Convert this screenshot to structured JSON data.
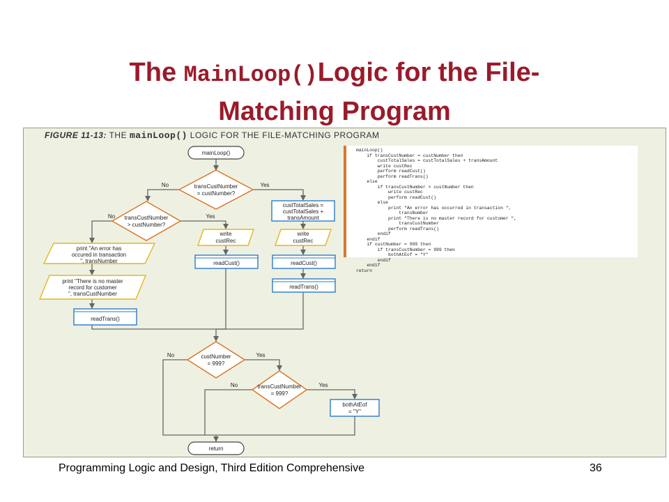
{
  "slide": {
    "title_prefix": "The ",
    "title_code": "MainLoop()",
    "title_suffix": "Logic for the File-",
    "title_line2": "Matching Program",
    "footer": "Programming Logic and Design, Third Edition Comprehensive",
    "page_number": "36"
  },
  "figure": {
    "caption_num": "FIGURE 11-13:",
    "caption_pre": "THE",
    "caption_code": "mainLoop()",
    "caption_post": "LOGIC FOR THE FILE-MATCHING PROGRAM",
    "code_lines": [
      "mainLoop()",
      "    if transCustNumber = custNumber then",
      "        custTotalSales = custTotalSales + transAmount",
      "        write custRec",
      "        perform readCust()",
      "        perform readTrans()",
      "    else",
      "        if transCustNumber > custNumber then",
      "            write custRec",
      "            perform readCust()",
      "        else",
      "            print \"An error has occurred in transaction \",",
      "                transNumber",
      "            print \"There is no master record for customer \",",
      "                transCustNumber",
      "            perform readTrans()",
      "        endif",
      "    endif",
      "    if custNumber = 999 then",
      "        if transCustNumber = 999 then",
      "            bothAtEof = \"Y\"",
      "        endif",
      "    endif",
      "return"
    ]
  },
  "flowchart": {
    "start": "mainLoop()",
    "d1_l1": "transCustNumber",
    "d1_l2": "= custNumber?",
    "d2_l1": "transCustNumber",
    "d2_l2": "> custNumber?",
    "d3_l1": "custNumber",
    "d3_l2": "= 999?",
    "d4_l1": "transCustNumber",
    "d4_l2": "= 999?",
    "p_total_l1": "custTotalSales =",
    "p_total_l2": "custTotalSales +",
    "p_total_l3": "transAmount",
    "write_l1": "write",
    "write_l2": "custRec",
    "read_cust": "readCust()",
    "read_trans": "readTrans()",
    "err1_l1": "print \"An error has",
    "err1_l2": "occured in transaction",
    "err1_l3": "\", transNumber",
    "err2_l1": "print \"There is no master",
    "err2_l2": "record for customer",
    "err2_l3": "\", transCustNumber",
    "eof_l1": "bothAtEof",
    "eof_l2": "= \"Y\"",
    "end": "return",
    "yes": "Yes",
    "no": "No"
  },
  "colors": {
    "title": "#9a1b2b",
    "figure_bg": "#eef0e2",
    "diamond_stroke": "#d9772b",
    "process_stroke": "#2a7cc7",
    "io_stroke": "#e0b81a",
    "code_bar": "#d9772b"
  }
}
